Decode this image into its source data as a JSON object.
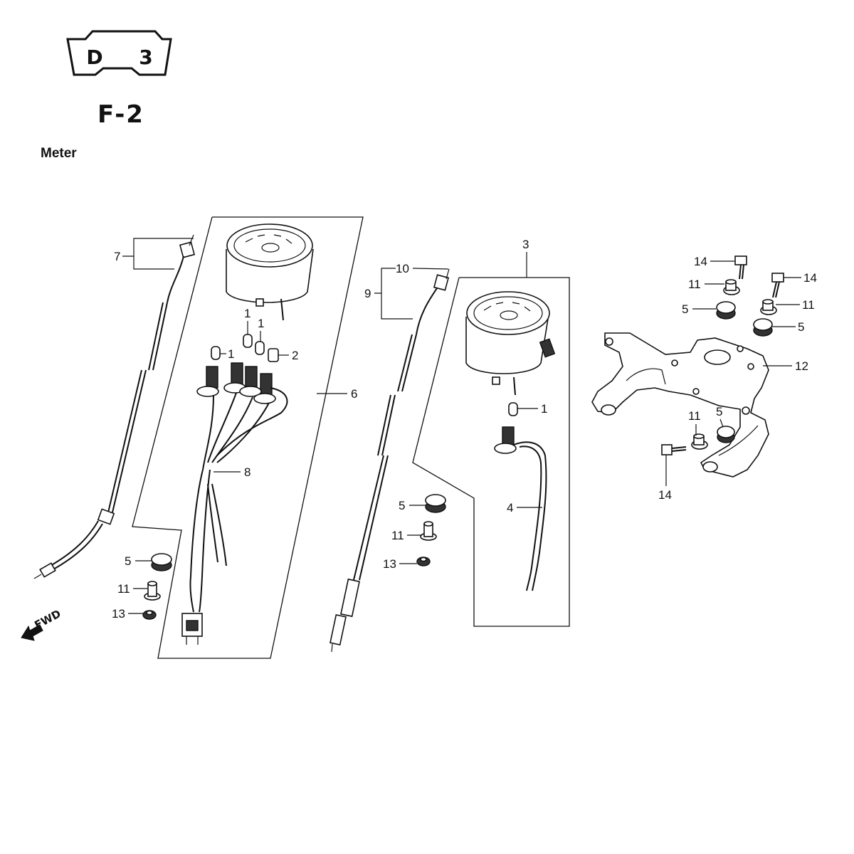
{
  "header": {
    "badge_left": "D",
    "badge_right": "3",
    "section_code": "F-2",
    "title": "Meter"
  },
  "direction_label": "FWD",
  "callouts": {
    "c1a": "1",
    "c1b": "1",
    "c1c": "1",
    "c2": "2",
    "c6": "6",
    "c7": "7",
    "c8": "8",
    "c5a": "5",
    "c11a": "11",
    "c13a": "13",
    "c3": "3",
    "c9": "9",
    "c10": "10",
    "c1d": "1",
    "c4": "4",
    "c5b": "5",
    "c11b": "11",
    "c13b": "13",
    "c14a": "14",
    "c11c": "11",
    "c5c": "5",
    "c14b": "14",
    "c11d": "11",
    "c5d": "5",
    "c12": "12",
    "c11e": "11",
    "c5e": "5",
    "c14c": "14"
  }
}
